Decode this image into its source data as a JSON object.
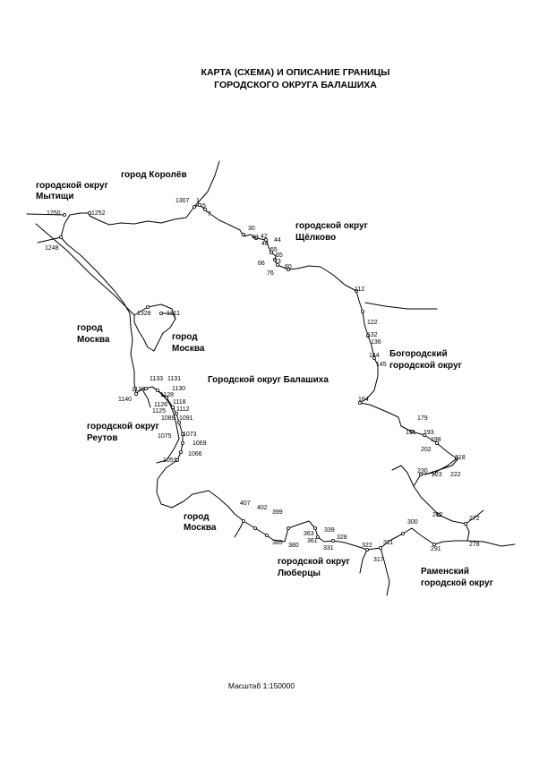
{
  "title": {
    "line1": "КАРТА (СХЕМА) И ОПИСАНИЕ ГРАНИЦЫ",
    "line2": "ГОРОДСКОГО ОКРУГА БАЛАШИХА"
  },
  "scale_label": "Масштаб 1:150000",
  "regions": [
    {
      "id": "mytishchi",
      "lines": [
        "городской округ",
        "Мытищи"
      ]
    },
    {
      "id": "korolev",
      "lines": [
        "город Королёв"
      ]
    },
    {
      "id": "shchelkovo",
      "lines": [
        "городской округ",
        "Щёлково"
      ]
    },
    {
      "id": "moskva-west",
      "lines": [
        "город",
        "Москва"
      ]
    },
    {
      "id": "moskva-enclave",
      "lines": [
        "город",
        "Москва"
      ]
    },
    {
      "id": "balashikha",
      "lines": [
        "Городской округ Балашиха"
      ]
    },
    {
      "id": "bogorodsky",
      "lines": [
        "Богородский",
        "городской округ"
      ]
    },
    {
      "id": "reutov",
      "lines": [
        "городской округ",
        "Реутов"
      ]
    },
    {
      "id": "moskva-south",
      "lines": [
        "город",
        "Москва"
      ]
    },
    {
      "id": "lyubertsy",
      "lines": [
        "городской округ",
        "Люберцы"
      ]
    },
    {
      "id": "ramensky",
      "lines": [
        "Раменский",
        "городской округ"
      ]
    }
  ],
  "boundary_points": [
    "1307",
    "1",
    "5",
    "7",
    "30",
    "40",
    "42",
    "44",
    "48",
    "55",
    "65",
    "73",
    "66",
    "76",
    "80",
    "112",
    "122",
    "132",
    "136",
    "144",
    "145",
    "164",
    "179",
    "191",
    "193",
    "198",
    "202",
    "218",
    "230",
    "223",
    "222",
    "272",
    "262",
    "278",
    "291",
    "300",
    "311",
    "317",
    "322",
    "328",
    "339",
    "363",
    "361",
    "331",
    "385",
    "380",
    "399",
    "402",
    "407",
    "1053",
    "1066",
    "1069",
    "1073",
    "1075",
    "1089",
    "1091",
    "1112",
    "1118",
    "1125",
    "1126",
    "1128",
    "1130",
    "1131",
    "1133",
    "1136",
    "1140",
    "1248",
    "1250",
    "1252",
    "1311",
    "1328"
  ]
}
